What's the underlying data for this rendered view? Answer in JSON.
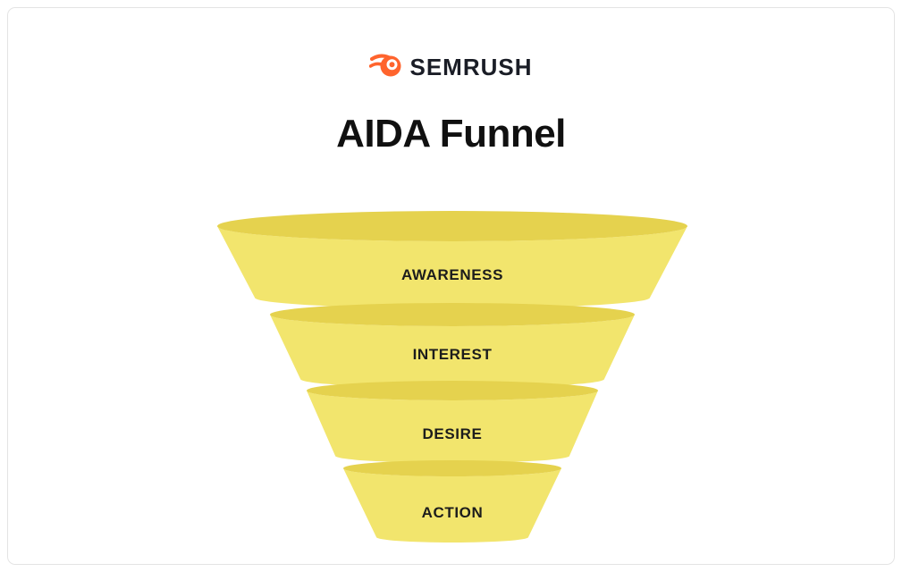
{
  "page": {
    "background": "#ffffff",
    "border_color": "#e4e4e4"
  },
  "header": {
    "logo": {
      "brand": "SEMRUSH",
      "icon": "semrush-comet-icon",
      "accent_color": "#FF642D",
      "text_color": "#1a1d26"
    },
    "title": "AIDA Funnel"
  },
  "funnel": {
    "body_color": "#F2E56D",
    "rim_color": "#E5D24E",
    "label_color": "#1c1c1c",
    "stages": [
      {
        "label": "AWARENESS"
      },
      {
        "label": "INTEREST"
      },
      {
        "label": "DESIRE"
      },
      {
        "label": "ACTION"
      }
    ]
  }
}
